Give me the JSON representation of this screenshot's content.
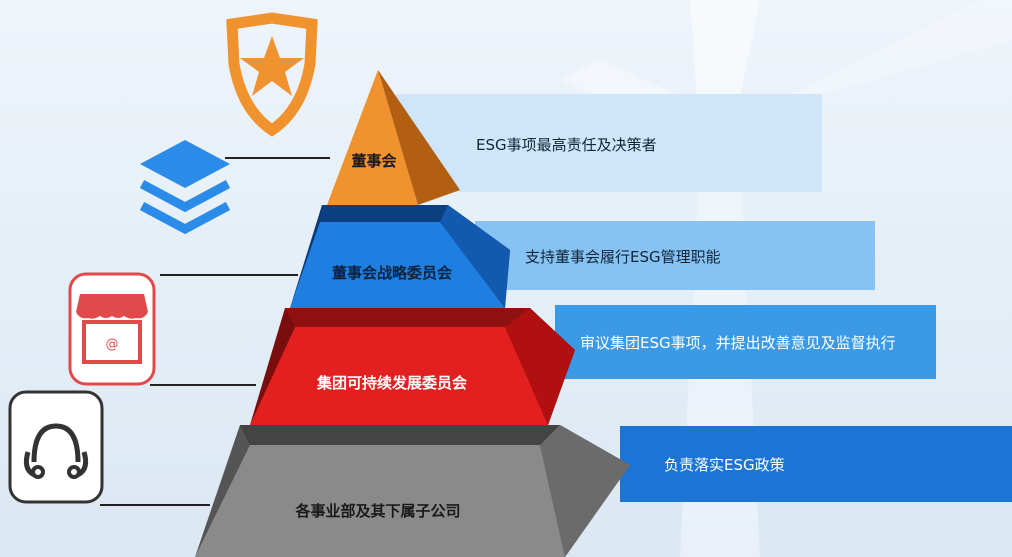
{
  "tiers": [
    {
      "label": "董事会",
      "description": "ESG事项最高责任及决策者",
      "color": "#f0922e"
    },
    {
      "label": "董事会战略委员会",
      "description": "支持董事会履行ESG管理职能",
      "color": "#1e7fe0"
    },
    {
      "label": "集团可持续发展委员会",
      "description": "审议集团ESG事项，并提出改善意见及监督执行",
      "color": "#e32020"
    },
    {
      "label": "各事业部及其下属子公司",
      "description": "负责落实ESG政策",
      "color": "#8a8a8a"
    }
  ],
  "icons": [
    "star-shield-icon",
    "layers-icon",
    "store-icon",
    "connection-icon"
  ],
  "colors": {
    "bar1": "#cfe6fa",
    "bar2": "#86c2f2",
    "bar3": "#3a9ae6",
    "bar4": "#1c74d4",
    "icon_orange": "#f0922e",
    "icon_blue": "#2b8be8",
    "icon_red": "#e04a4a",
    "icon_dark": "#333333"
  }
}
